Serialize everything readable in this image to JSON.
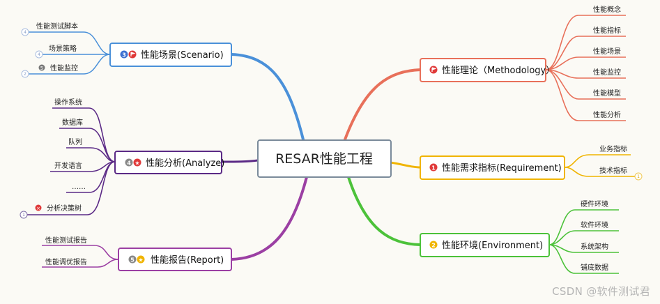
{
  "center": {
    "label": "RESAR性能工程"
  },
  "branches": {
    "scenario": {
      "label": "性能场景(Scenario)",
      "color": "#4a90d9",
      "badges": [
        "3",
        "flag"
      ],
      "children": [
        {
          "label": "性能测试脚本",
          "badge": null,
          "marker": "4"
        },
        {
          "label": "场景策略",
          "badge": null,
          "marker": "4"
        },
        {
          "label": "性能监控",
          "badge": "5",
          "marker": "2"
        }
      ]
    },
    "analyze": {
      "label": "性能分析(Analyze)",
      "color": "#5b2a86",
      "badges": [
        "4",
        "star"
      ],
      "children": [
        {
          "label": "操作系统",
          "badge": null
        },
        {
          "label": "数据库",
          "badge": null
        },
        {
          "label": "队列",
          "badge": null
        },
        {
          "label": "开发语言",
          "badge": null
        },
        {
          "label": "……",
          "badge": null
        },
        {
          "label": "分析决策树",
          "badge": "x",
          "marker": "1"
        }
      ]
    },
    "report": {
      "label": "性能报告(Report)",
      "color": "#9b3fa3",
      "badges": [
        "5",
        "star"
      ],
      "children": [
        {
          "label": "性能测试报告"
        },
        {
          "label": "性能调优报告"
        }
      ]
    },
    "methodology": {
      "label": "性能理论（Methodology）",
      "color": "#e8705a",
      "badges": [
        "flag"
      ],
      "children": [
        {
          "label": "性能概念"
        },
        {
          "label": "性能指标"
        },
        {
          "label": "性能场景"
        },
        {
          "label": "性能监控"
        },
        {
          "label": "性能模型"
        },
        {
          "label": "性能分析"
        }
      ]
    },
    "requirement": {
      "label": "性能需求指标(Requirement)",
      "color": "#f0b400",
      "badges": [
        "1"
      ],
      "children": [
        {
          "label": "业务指标"
        },
        {
          "label": "技术指标",
          "marker": "1"
        }
      ]
    },
    "environment": {
      "label": "性能环境(Environment)",
      "color": "#4cc23a",
      "badges": [
        "2"
      ],
      "children": [
        {
          "label": "硬件环境"
        },
        {
          "label": "软件环境"
        },
        {
          "label": "系统架构"
        },
        {
          "label": "铺底数据"
        }
      ]
    }
  },
  "watermark": "CSDN @软件测试君"
}
